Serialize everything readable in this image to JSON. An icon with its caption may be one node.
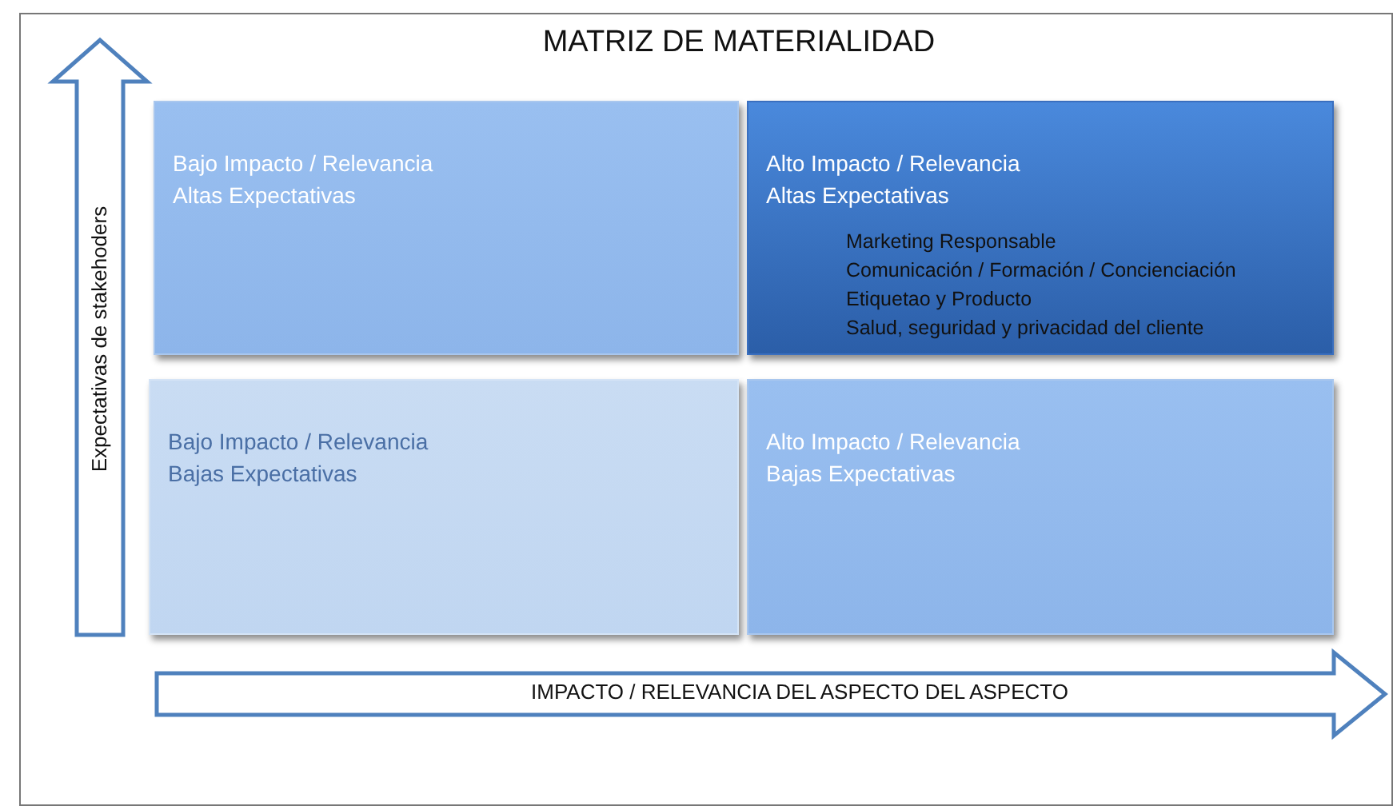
{
  "diagram": {
    "title": "MATRIZ DE MATERIALIDAD",
    "nodes": [
      {
        "text": [
          "Bajo Impacto / Relevancia",
          "Altas Expectativas"
        ]
      },
      {
        "text": [
          "Alto Impacto / Relevancia",
          "Altas Expectativas",
          "Marketing  Responsable",
          "Comunicación  / Formación  / Concienciación",
          "Etiquetao y Producto",
          "Salud, seguridad y privacidad del cliente"
        ]
      },
      {
        "text": [
          "Bajo Impacto / Relevancia",
          "Bajas Expectativas"
        ]
      },
      {
        "text": [
          "Alto Impacto / Relevancia",
          "Bajas Expectativas"
        ]
      }
    ],
    "labels": [
      "Expectativas de stakehoders",
      "IMPACTO / RELEVANCIA DEL ASPECTO DEL ASPECTO"
    ]
  }
}
